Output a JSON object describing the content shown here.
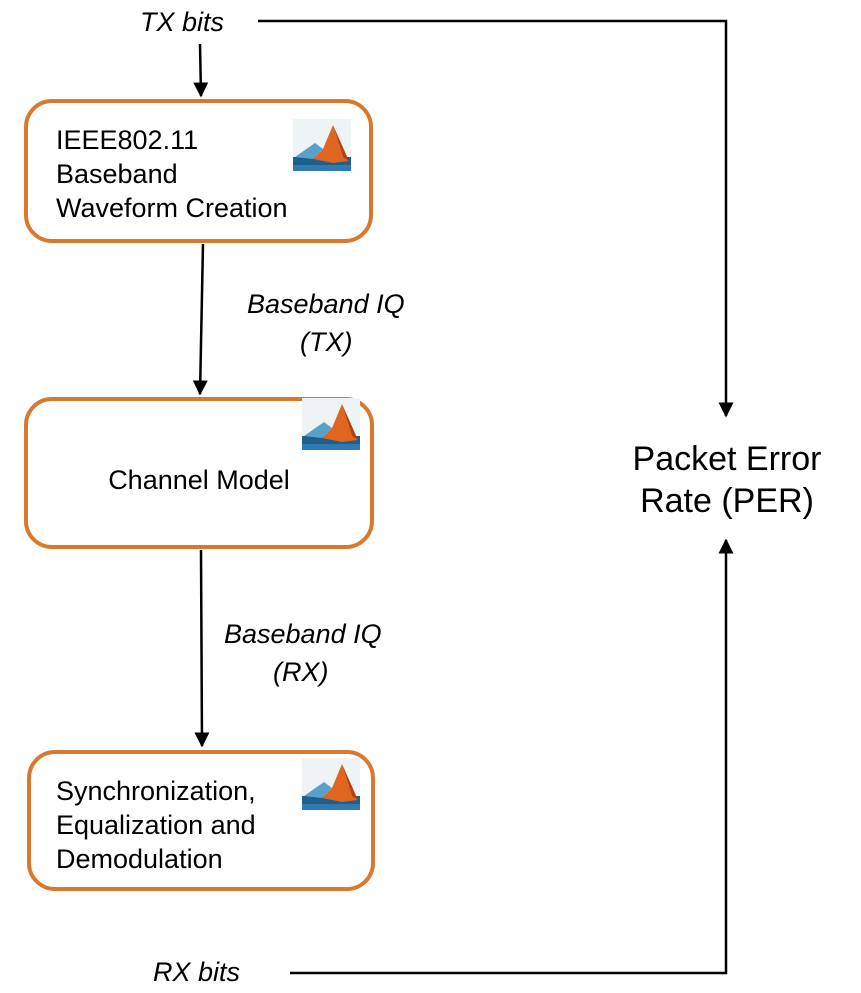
{
  "labels": {
    "tx_bits": "TX bits",
    "rx_bits": "RX bits",
    "baseband_tx_line1": "Baseband IQ",
    "baseband_tx_line2": "(TX)",
    "baseband_rx_line1": "Baseband IQ",
    "baseband_rx_line2": "(RX)"
  },
  "blocks": {
    "waveform": {
      "line1": "IEEE802.11",
      "line2": "Baseband",
      "line3": "Waveform Creation"
    },
    "channel": {
      "line1": "Channel Model"
    },
    "receiver": {
      "line1": "Synchronization,",
      "line2": "Equalization and",
      "line3": "Demodulation"
    }
  },
  "per": {
    "line1": "Packet Error",
    "line2": "Rate (PER)"
  },
  "colors": {
    "block_border": "#D9792E",
    "arrow": "#000000"
  },
  "icons": {
    "block_logo": "matlab-logo-icon"
  }
}
